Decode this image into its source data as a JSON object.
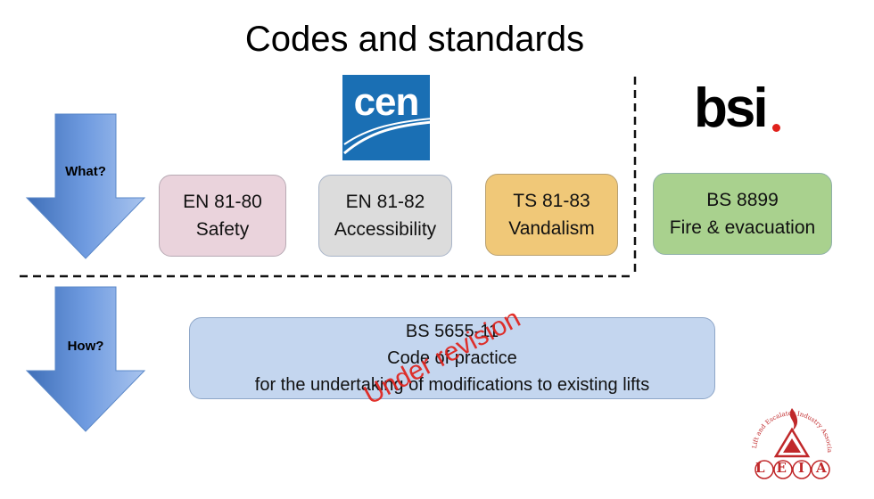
{
  "title": "Codes and standards",
  "arrows": {
    "what": "What?",
    "how": "How?"
  },
  "logos": {
    "cen": "cen",
    "bsi": "bsi",
    "leia": "LEIA",
    "leia_arc": "Lift and Escalator Industry Association"
  },
  "standards": [
    {
      "code": "EN 81-80",
      "topic": "Safety",
      "color": "#ead3dc"
    },
    {
      "code": "EN 81-82",
      "topic": "Accessibility",
      "color": "#dcdcdc"
    },
    {
      "code": "TS 81-83",
      "topic": "Vandalism",
      "color": "#f0c878"
    },
    {
      "code": "BS 8899",
      "topic": "Fire & evacuation",
      "color": "#a9d18e"
    }
  ],
  "practice": {
    "code": "BS 5655-11",
    "line1": "Code of practice",
    "line2": "for the undertaking of modifications to existing lifts",
    "color": "#c4d6ef",
    "stamp": "Under revision"
  },
  "colors": {
    "cen_blue": "#1a6fb4",
    "bsi_dot": "#e0211b",
    "leia_red": "#c0282a",
    "arrow_blue": "#5b88c8"
  }
}
